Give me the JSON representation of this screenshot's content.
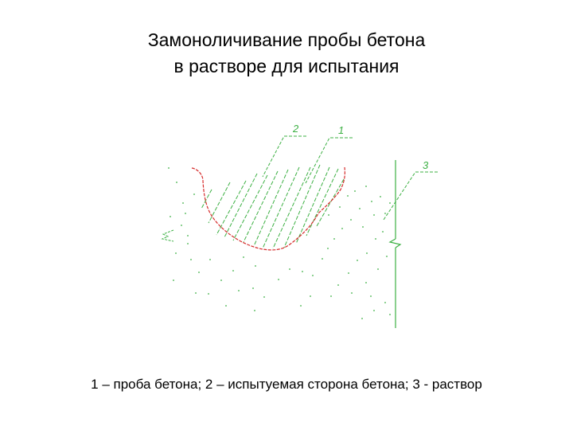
{
  "title": {
    "line1": "Замоноличивание пробы бетона",
    "line2": "в растворе для испытания"
  },
  "callouts": [
    {
      "label": "2"
    },
    {
      "label": "1"
    },
    {
      "label": "3"
    }
  ],
  "caption": "1 – проба бетона; 2 – испытуемая сторона бетона; 3 - раствор",
  "colors": {
    "hatch": "#3cb043",
    "outline": "#d62b2b",
    "dots": "#3cb043",
    "text": "#000000"
  }
}
